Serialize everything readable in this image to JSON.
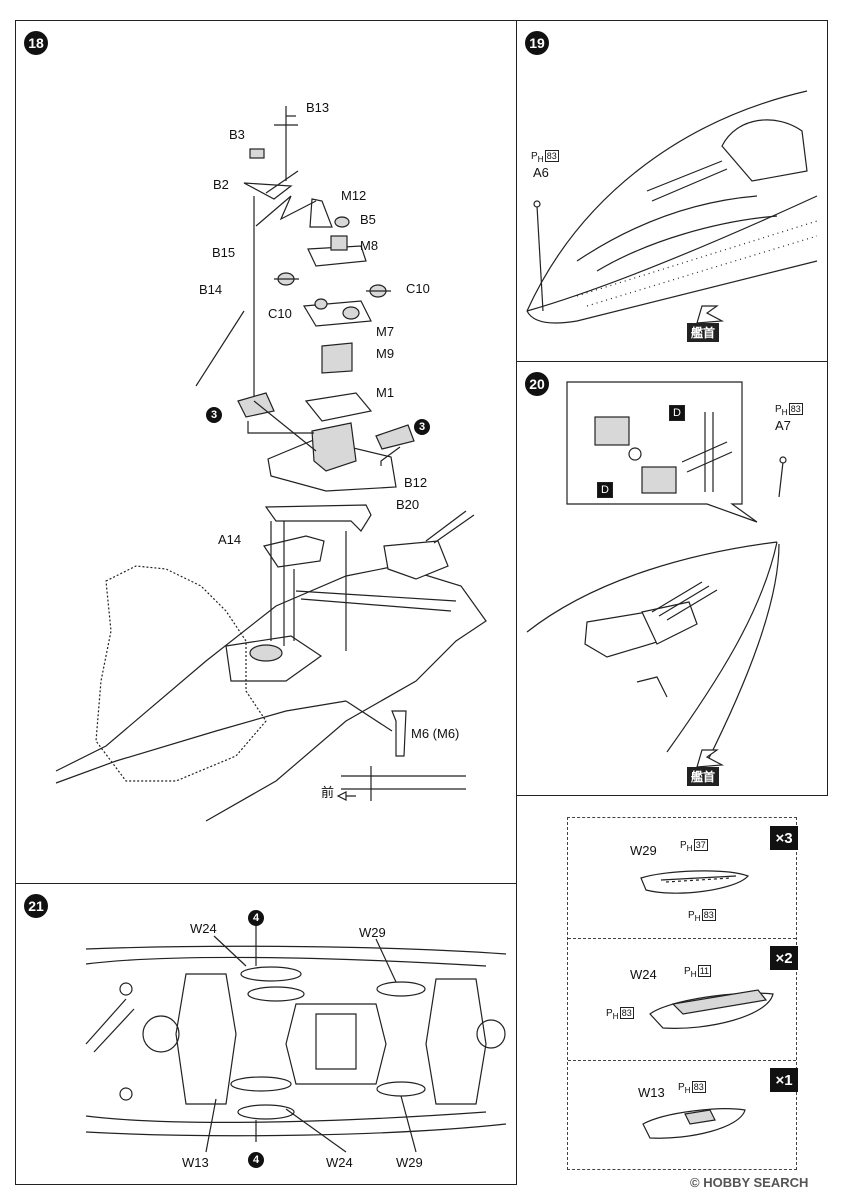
{
  "steps": {
    "s18": "18",
    "s19": "19",
    "s20": "20",
    "s21": "21"
  },
  "step18": {
    "labels": {
      "b13": "B13",
      "b3": "B3",
      "b2": "B2",
      "m12": "M12",
      "b5": "B5",
      "m8": "M8",
      "b15": "B15",
      "b14": "B14",
      "c10a": "C10",
      "c10b": "C10",
      "m7": "M7",
      "m9": "M9",
      "m1": "M1",
      "b12": "B12",
      "b20": "B20",
      "a14": "A14",
      "m6": "M6 (M6)"
    },
    "circle_ref": "3",
    "forward": "前"
  },
  "step19": {
    "paint": "P",
    "paint_sub": "H",
    "paint_code": "83",
    "part": "A6",
    "bow": "艦首"
  },
  "step20": {
    "paint": "P",
    "paint_sub": "H",
    "paint_code": "83",
    "part": "A7",
    "bow": "艦首",
    "decal": "D"
  },
  "step21": {
    "labels": {
      "w24_top": "W24",
      "w29_top": "W29",
      "w13": "W13",
      "w24_bottom": "W24",
      "w29_bottom": "W29"
    },
    "circle_ref": "4"
  },
  "boats": [
    {
      "mult": "×3",
      "name": "W29",
      "paint_a": "37",
      "paint_b": "83"
    },
    {
      "mult": "×2",
      "name": "W24",
      "paint_a": "11",
      "paint_b": "83"
    },
    {
      "mult": "×1",
      "name": "W13",
      "paint_a": "83"
    }
  ],
  "watermark": "© HOBBY SEARCH"
}
